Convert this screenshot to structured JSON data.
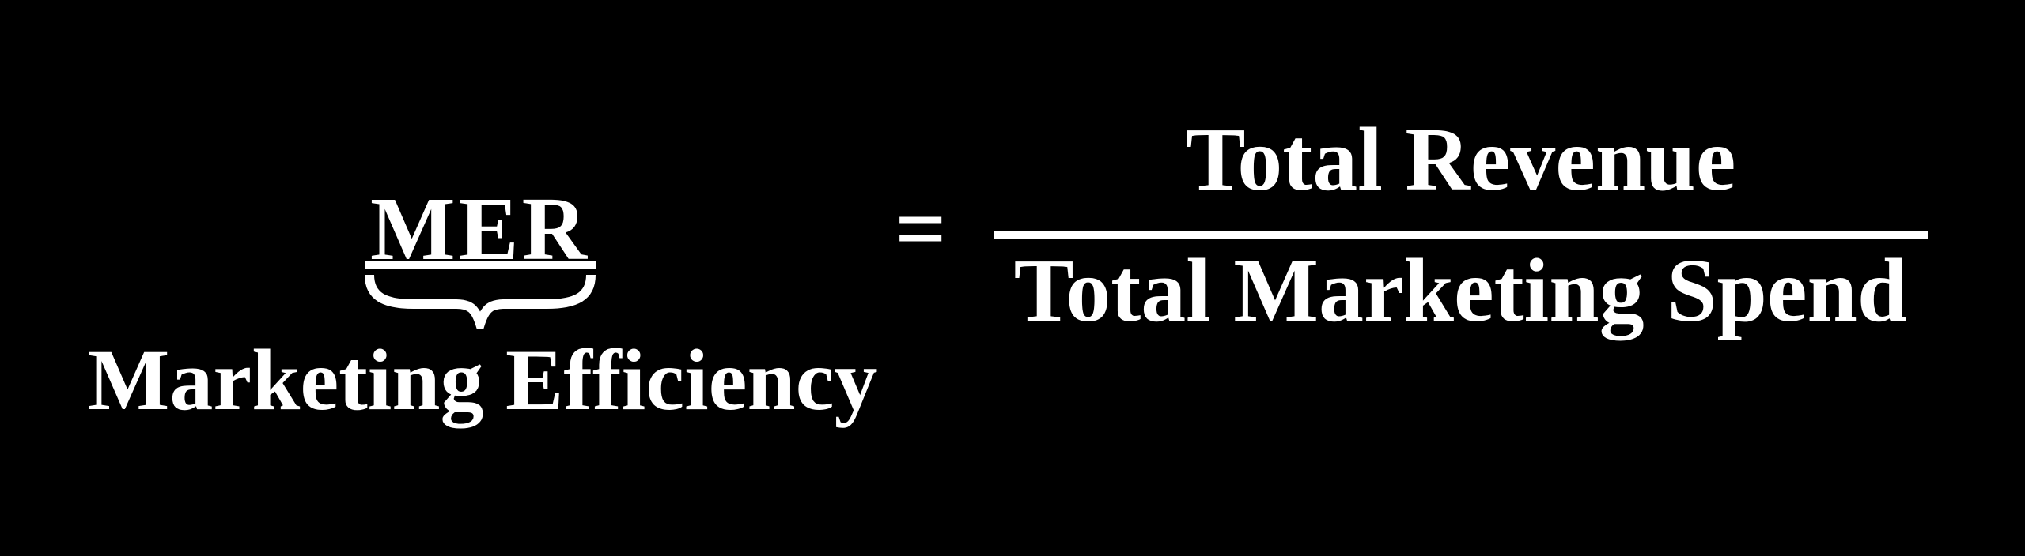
{
  "page": {
    "background_color": "#000000",
    "text_color": "#ffffff"
  },
  "formula": {
    "lhs": {
      "symbol": "MER",
      "underlined": true,
      "brace_icon": "underbrace-icon",
      "annotation": "Marketing Efficiency"
    },
    "equals_sign": "=",
    "rhs": {
      "type": "fraction",
      "numerator": "Total Revenue",
      "denominator": "Total Marketing Spend"
    }
  }
}
